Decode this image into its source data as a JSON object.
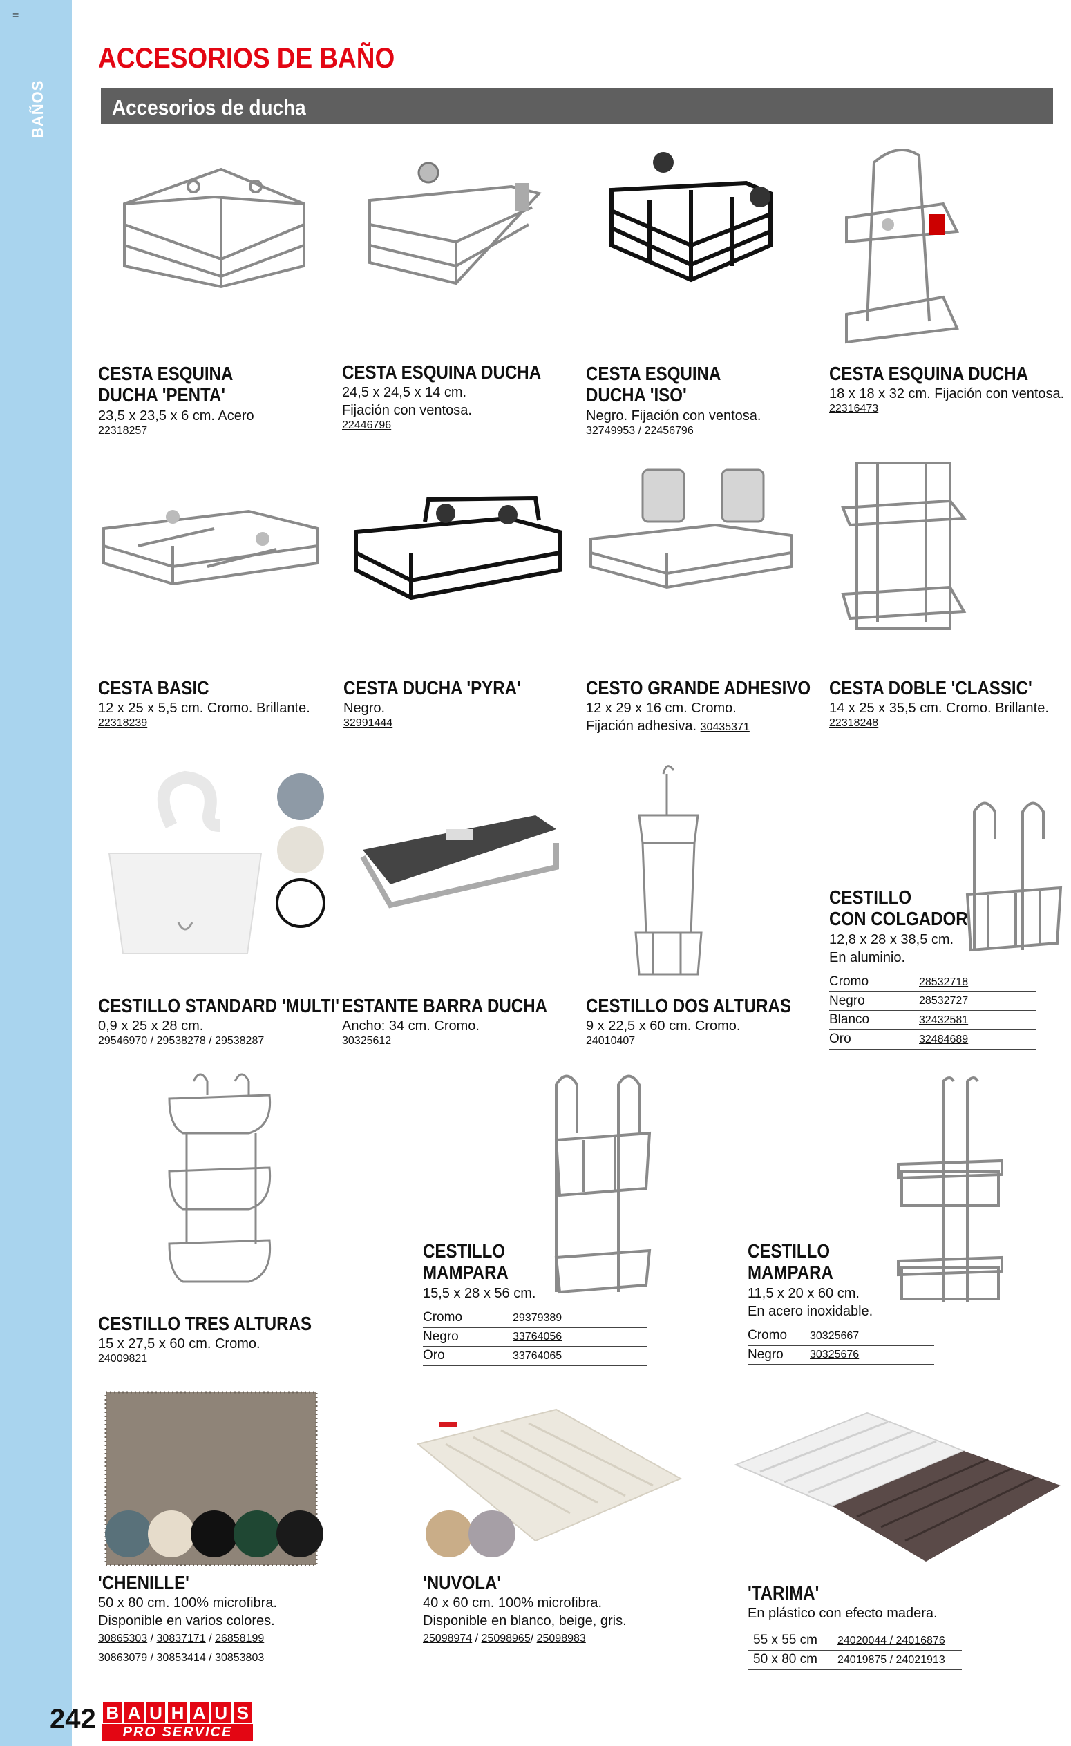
{
  "sidebar": {
    "mark": "=",
    "label": "BAÑOS"
  },
  "page": {
    "title": "ACCESORIOS DE BAÑO",
    "section": "Accesorios de ducha",
    "number": "242"
  },
  "logo": {
    "top": [
      "B",
      "A",
      "U",
      "H",
      "A",
      "U",
      "S"
    ],
    "bottom": "PRO SERVICE"
  },
  "colors": {
    "accent": "#e30613",
    "sidebar": "#a9d4ee",
    "section_bar": "#5f5f5f"
  },
  "products": {
    "p1": {
      "name": [
        "CESTA ESQUINA",
        "DUCHA 'PENTA'"
      ],
      "desc": [
        "23,5 x 23,5 x 6 cm. Acero"
      ],
      "refs": [
        "22318257"
      ]
    },
    "p2": {
      "name": [
        "CESTA ESQUINA DUCHA"
      ],
      "desc": [
        "24,5 x 24,5 x 14 cm.",
        "Fijación con ventosa."
      ],
      "refs": [
        "22446796"
      ]
    },
    "p3": {
      "name": [
        "CESTA ESQUINA",
        "DUCHA 'ISO'"
      ],
      "desc": [
        "Negro. Fijación con ventosa."
      ],
      "refs": [
        "32749953",
        "22456796"
      ]
    },
    "p4": {
      "name": [
        "CESTA ESQUINA DUCHA"
      ],
      "desc": [
        "18 x 18 x 32 cm. Fijación con ventosa."
      ],
      "refs": [
        "22316473"
      ]
    },
    "p5": {
      "name": [
        "CESTA BASIC"
      ],
      "desc": [
        "12 x 25 x 5,5 cm. Cromo. Brillante."
      ],
      "refs": [
        "22318239"
      ]
    },
    "p6": {
      "name": [
        "CESTA DUCHA 'PYRA'"
      ],
      "desc": [
        "Negro."
      ],
      "refs": [
        "32991444"
      ]
    },
    "p7": {
      "name": [
        "CESTO GRANDE ADHESIVO"
      ],
      "desc": [
        "12 x 29 x 16 cm. Cromo.",
        "Fijación adhesiva."
      ],
      "inline_ref": "30435371"
    },
    "p8": {
      "name": [
        "CESTA DOBLE 'CLASSIC'"
      ],
      "desc": [
        "14 x 25 x 35,5 cm. Cromo. Brillante."
      ],
      "refs": [
        "22318248"
      ]
    },
    "p9": {
      "name": [
        "CESTILLO STANDARD 'MULTI'"
      ],
      "desc": [
        "0,9 x 25 x 28 cm."
      ],
      "refs": [
        "29546970",
        "29538278",
        "29538287"
      ]
    },
    "p10": {
      "name": [
        "ESTANTE BARRA DUCHA"
      ],
      "desc": [
        "Ancho: 34 cm. Cromo."
      ],
      "refs": [
        "30325612"
      ]
    },
    "p11": {
      "name": [
        "CESTILLO DOS ALTURAS"
      ],
      "desc": [
        "9 x 22,5 x 60 cm. Cromo."
      ],
      "refs": [
        "24010407"
      ]
    },
    "p12": {
      "name": [
        "CESTILLO",
        "CON COLGADOR"
      ],
      "desc": [
        "12,8 x 28 x 38,5 cm.",
        "En aluminio."
      ],
      "variants": [
        {
          "name": "Cromo",
          "code": "28532718"
        },
        {
          "name": "Negro",
          "code": "28532727"
        },
        {
          "name": "Blanco",
          "code": "32432581"
        },
        {
          "name": "Oro",
          "code": "32484689"
        }
      ]
    },
    "p13": {
      "name": [
        "CESTILLO TRES ALTURAS"
      ],
      "desc": [
        "15 x 27,5 x 60 cm. Cromo."
      ],
      "refs": [
        "24009821"
      ]
    },
    "p14": {
      "name": [
        "CESTILLO",
        "MAMPARA"
      ],
      "desc": [
        "15,5 x 28 x 56 cm."
      ],
      "variants": [
        {
          "name": "Cromo",
          "code": "29379389"
        },
        {
          "name": "Negro",
          "code": "33764056"
        },
        {
          "name": "Oro",
          "code": "33764065"
        }
      ]
    },
    "p15": {
      "name": [
        "CESTILLO",
        "MAMPARA"
      ],
      "desc": [
        "11,5 x 20 x 60 cm.",
        "En acero inoxidable."
      ],
      "variants": [
        {
          "name": "Cromo",
          "code": "30325667"
        },
        {
          "name": "Negro",
          "code": "30325676"
        }
      ]
    },
    "p16": {
      "name": [
        "'CHENILLE'"
      ],
      "desc": [
        "50 x 80 cm. 100% microfibra.",
        "Disponible en varios colores."
      ],
      "ref_lines": [
        [
          "30865303",
          "30837171",
          "26858199"
        ],
        [
          "30863079",
          "30853414",
          "30853803"
        ]
      ]
    },
    "p17": {
      "name": [
        "'NUVOLA'"
      ],
      "desc": [
        "40 x 60 cm. 100% microfibra.",
        "Disponible en blanco, beige, gris."
      ],
      "ref_lines": [
        [
          "25098974",
          "25098965",
          "25098983"
        ]
      ]
    },
    "p18": {
      "name": [
        "'TARIMA'"
      ],
      "desc": [
        "En plástico con efecto madera."
      ],
      "variants": [
        {
          "name": "55 x 55 cm",
          "code": "24020044 / 24016876"
        },
        {
          "name": "50 x 80 cm",
          "code": "24019875 / 24021913"
        }
      ]
    }
  }
}
